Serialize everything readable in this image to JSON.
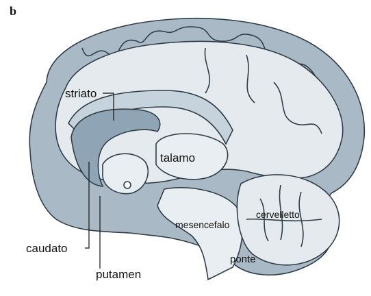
{
  "figure": {
    "panel_letter": "b",
    "labels": {
      "striato": "striato",
      "talamo": "talamo",
      "caudato": "caudato",
      "putamen": "putamen",
      "mesencefalo": "mesencefalo",
      "cervelletto": "cervelletto",
      "ponte": "ponte"
    },
    "colors": {
      "tissue": "#a9bac6",
      "white_matter": "#e4eaee",
      "deep": "#c7d3dc",
      "striatum": "#8fa5b5",
      "outline": "#2f3d47"
    }
  }
}
